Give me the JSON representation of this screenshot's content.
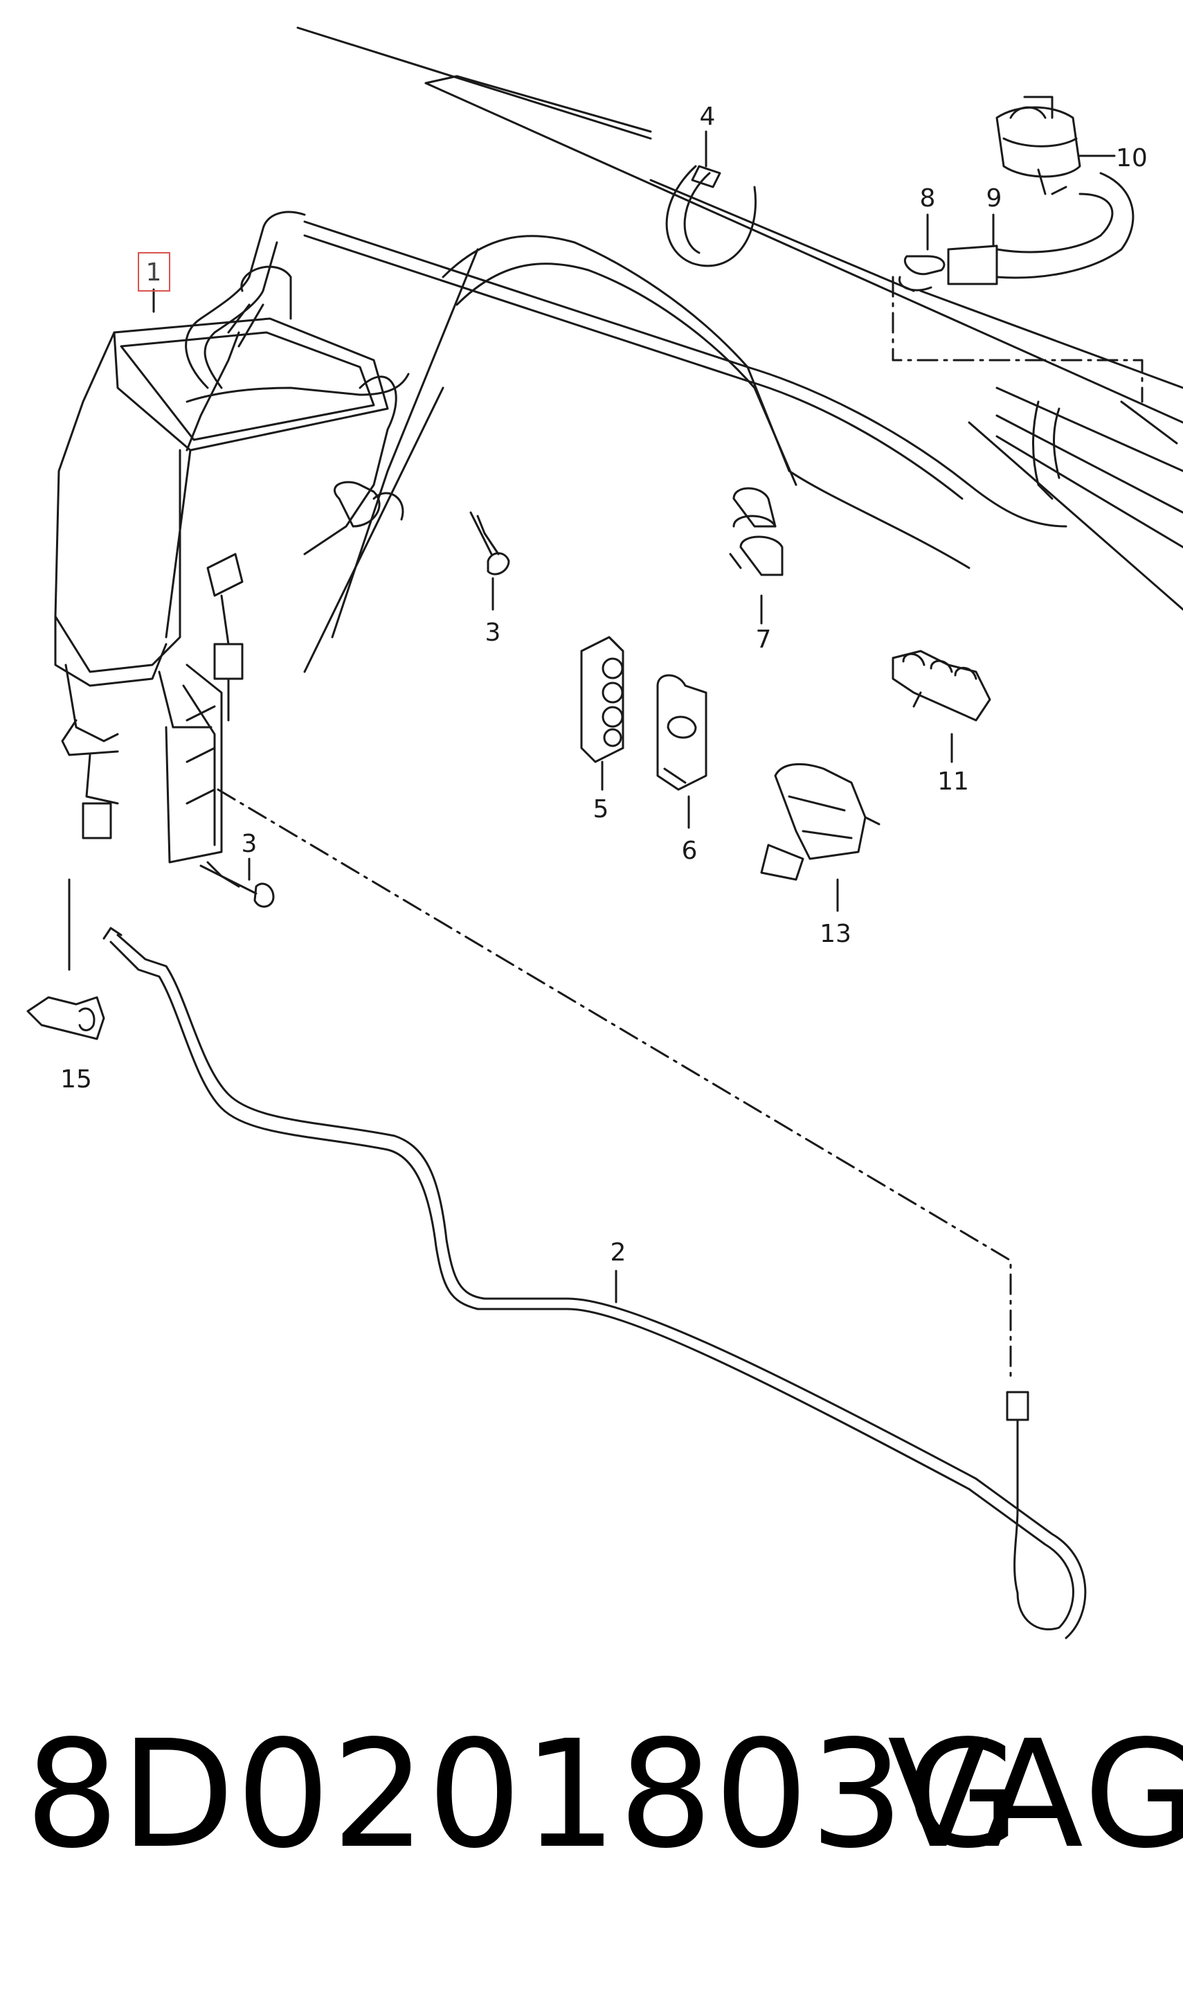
{
  "diagram": {
    "highlight_color": "#d9534f",
    "line_color": "#1a1a1a",
    "callouts": [
      {
        "id": "c1",
        "label": "1",
        "highlighted": true
      },
      {
        "id": "c2",
        "label": "2"
      },
      {
        "id": "c3a",
        "label": "3"
      },
      {
        "id": "c3b",
        "label": "3"
      },
      {
        "id": "c4",
        "label": "4"
      },
      {
        "id": "c5",
        "label": "5"
      },
      {
        "id": "c6",
        "label": "6"
      },
      {
        "id": "c7",
        "label": "7"
      },
      {
        "id": "c8",
        "label": "8"
      },
      {
        "id": "c9",
        "label": "9"
      },
      {
        "id": "c10",
        "label": "10"
      },
      {
        "id": "c11",
        "label": "11"
      },
      {
        "id": "c13",
        "label": "13"
      },
      {
        "id": "c15",
        "label": "15"
      }
    ]
  },
  "footer": {
    "part_number": "8D0201803G",
    "brand": "VAG"
  }
}
